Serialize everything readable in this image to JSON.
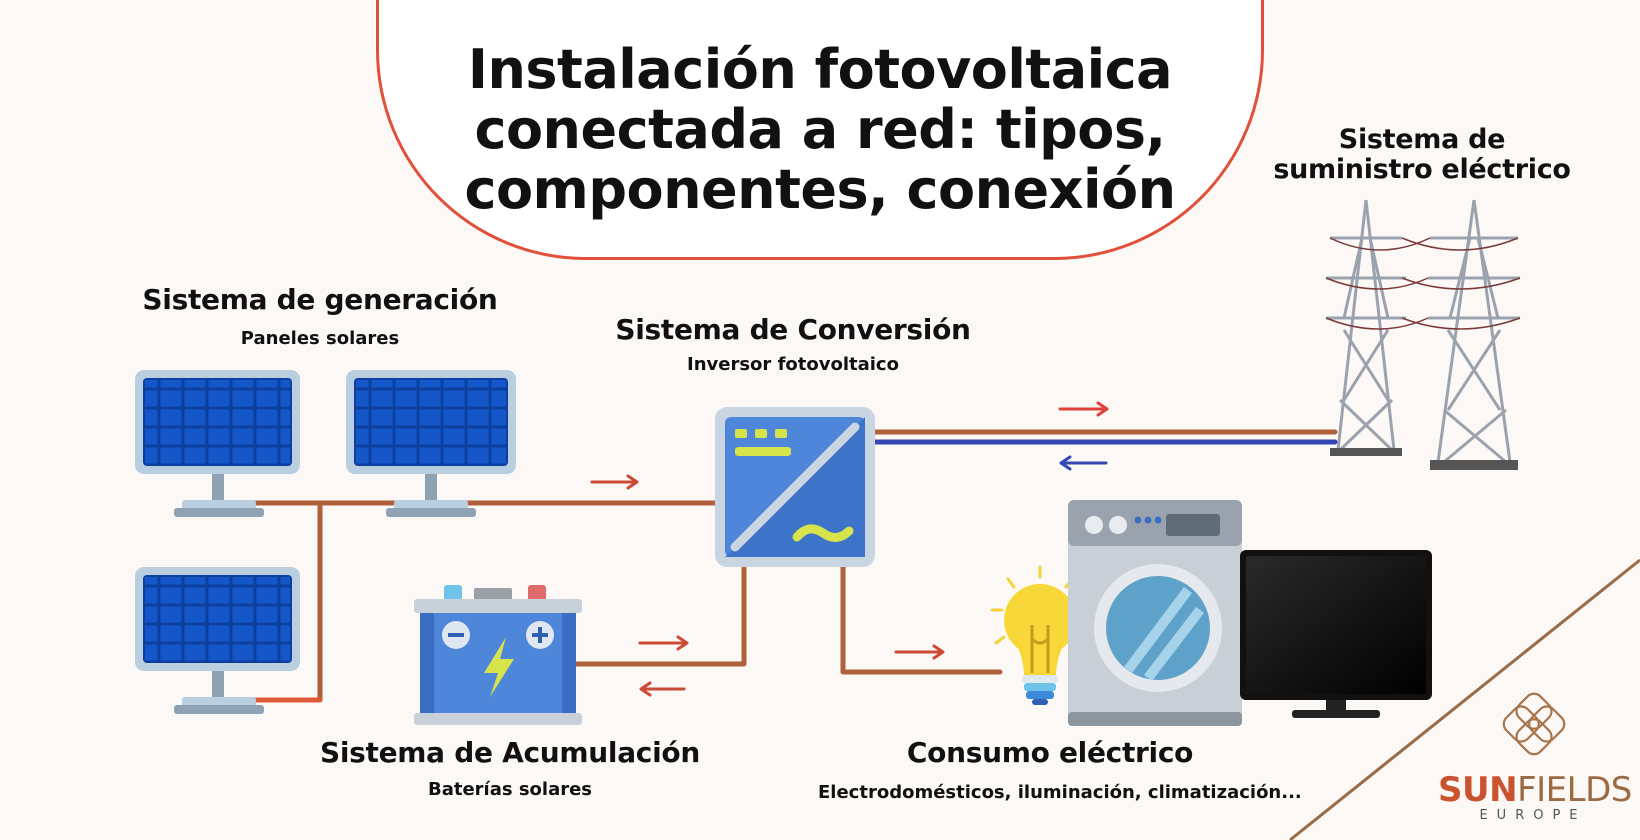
{
  "title": {
    "line1": "Instalación fotovoltaica",
    "line2": "conectada a red: tipos,",
    "line3": "componentes, conexión"
  },
  "generation": {
    "heading": "Sistema de generación",
    "sub": "Paneles solares"
  },
  "conversion": {
    "heading": "Sistema de Conversión",
    "sub": "Inversor fotovoltaico"
  },
  "grid": {
    "line1": "Sistema de",
    "line2": "suministro eléctrico"
  },
  "storage": {
    "heading": "Sistema de Acumulación",
    "sub": "Baterías solares"
  },
  "consumption": {
    "heading": "Consumo eléctrico",
    "sub": "Electrodomésticos, iluminación, climatización..."
  },
  "logo": {
    "brand_bold": "SUN",
    "brand_light": "FIELDS",
    "sub": "EUROPE"
  },
  "colors": {
    "accent": "#e0503a",
    "cable_brown": "#b1603c",
    "cable_blue": "#3447b4",
    "panel_blue": "#1f5fc7",
    "logo_brown": "#a8744c"
  }
}
